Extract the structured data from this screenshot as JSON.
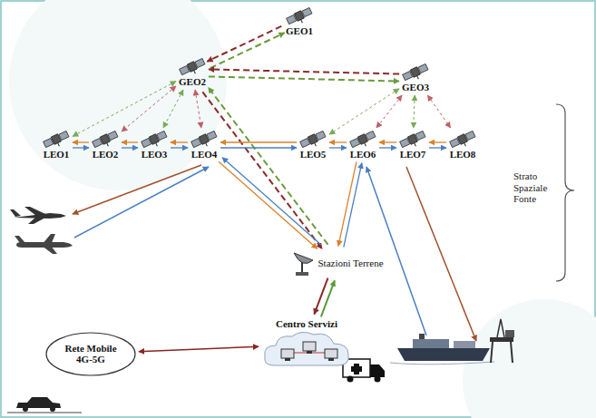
{
  "diagram": {
    "nodes": [
      {
        "text": [
          "GEO1"
        ]
      },
      {
        "text": [
          "GEO2"
        ]
      },
      {
        "text": [
          "GEO3"
        ]
      },
      {
        "text": [
          "LEO1"
        ]
      },
      {
        "text": [
          "LEO2"
        ]
      },
      {
        "text": [
          "LEO3"
        ]
      },
      {
        "text": [
          "LEO4"
        ]
      },
      {
        "text": [
          "LEO5"
        ]
      },
      {
        "text": [
          "LEO6"
        ]
      },
      {
        "text": [
          "LEO7"
        ]
      },
      {
        "text": [
          "LEO8"
        ]
      },
      {
        "text": [
          "Stazioni Terrene"
        ]
      },
      {
        "text": [
          "Rete Mobile 4G-5G"
        ]
      },
      {
        "text": [
          "Centro Servizi"
        ]
      }
    ],
    "edges": [
      {
        "from": 1,
        "to": 0,
        "arrow": "to"
      },
      {
        "from": 0,
        "to": 1,
        "arrow": "to"
      },
      {
        "from": 1,
        "to": 2,
        "arrow": "to"
      },
      {
        "from": 2,
        "to": 1,
        "arrow": "to"
      },
      {
        "from": 11,
        "to": 1,
        "arrow": "to"
      },
      {
        "from": 1,
        "to": 11,
        "arrow": "to"
      },
      {
        "from": 1,
        "to": 3,
        "arrow": "both"
      },
      {
        "from": 1,
        "to": 4,
        "arrow": "both"
      },
      {
        "from": 1,
        "to": 5,
        "arrow": "both"
      },
      {
        "from": 1,
        "to": 6,
        "arrow": "both"
      },
      {
        "from": 2,
        "to": 7,
        "arrow": "both"
      },
      {
        "from": 2,
        "to": 8,
        "arrow": "both"
      },
      {
        "from": 2,
        "to": 9,
        "arrow": "both"
      },
      {
        "from": 2,
        "to": 10,
        "arrow": "both"
      },
      {
        "from": 3,
        "to": 4,
        "arrow": "to"
      },
      {
        "from": 4,
        "to": 3,
        "arrow": "to"
      },
      {
        "from": 4,
        "to": 5,
        "arrow": "to"
      },
      {
        "from": 5,
        "to": 4,
        "arrow": "to"
      },
      {
        "from": 5,
        "to": 6,
        "arrow": "to"
      },
      {
        "from": 6,
        "to": 5,
        "arrow": "to"
      },
      {
        "from": 6,
        "to": 7,
        "arrow": "to"
      },
      {
        "from": 7,
        "to": 6,
        "arrow": "to"
      },
      {
        "from": 7,
        "to": 8,
        "arrow": "to"
      },
      {
        "from": 8,
        "to": 7,
        "arrow": "to"
      },
      {
        "from": 8,
        "to": 9,
        "arrow": "to"
      },
      {
        "from": 9,
        "to": 8,
        "arrow": "to"
      },
      {
        "from": 9,
        "to": 10,
        "arrow": "to"
      },
      {
        "from": 10,
        "to": 9,
        "arrow": "to"
      },
      {
        "from": 11,
        "to": 6,
        "arrow": "to"
      },
      {
        "from": 6,
        "to": 11,
        "arrow": "to"
      },
      {
        "from": 11,
        "to": 8,
        "arrow": "to"
      },
      {
        "from": 8,
        "to": 11,
        "arrow": "to"
      },
      {
        "from": 13,
        "to": 11,
        "arrow": "to"
      },
      {
        "from": 11,
        "to": 13,
        "arrow": "to"
      },
      {
        "from": 12,
        "to": 13,
        "arrow": "both"
      }
    ],
    "labels": [
      "Strato Spaziale Fonte"
    ]
  }
}
